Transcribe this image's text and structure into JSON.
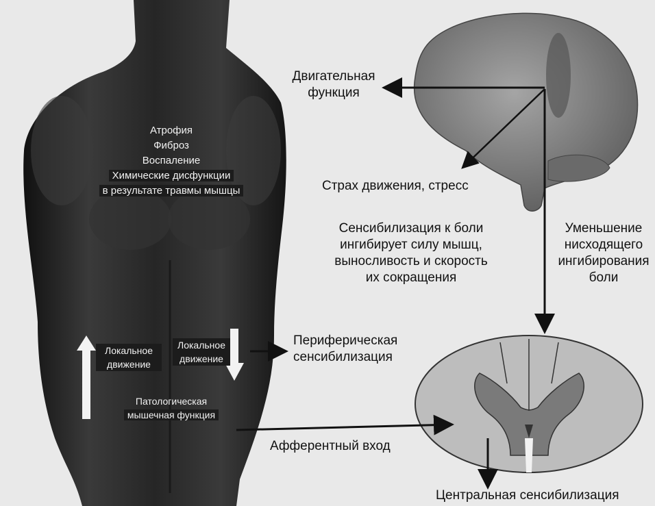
{
  "body_labels": {
    "atrophy": "Атрофия",
    "fibrosis": "Фиброз",
    "inflammation": "Воспаление",
    "chem_line1": "Химические дисфункции",
    "chem_line2": "в результате травмы мышцы",
    "local_left_1": "Локальное",
    "local_left_2": "движение",
    "local_right_1": "Локальное",
    "local_right_2": "движение",
    "patho_1": "Патологическая",
    "patho_2": "мышечная функция"
  },
  "labels": {
    "motor_1": "Двигательная",
    "motor_2": "функция",
    "fear": "Страх движения, стресс",
    "sens_1": "Сенсибилизация к боли",
    "sens_2": "ингибирует силу мышц,",
    "sens_3": "выносливость и скорость",
    "sens_4": "их сокращения",
    "desc_1": "Уменьшение",
    "desc_2": "нисходящего",
    "desc_3": "ингибирования",
    "desc_4": "боли",
    "peripheral_1": "Периферическая",
    "peripheral_2": "сенсибилизация",
    "afferent": "Афферентный вход",
    "central": "Центральная сенсибилизация"
  },
  "colors": {
    "background": "#e9e9e9",
    "torso": "#2a2a2a",
    "brain": "#8a8a8a",
    "cord_white": "#bdbdbd",
    "cord_gray": "#7a7a7a",
    "arrow": "#111111"
  }
}
